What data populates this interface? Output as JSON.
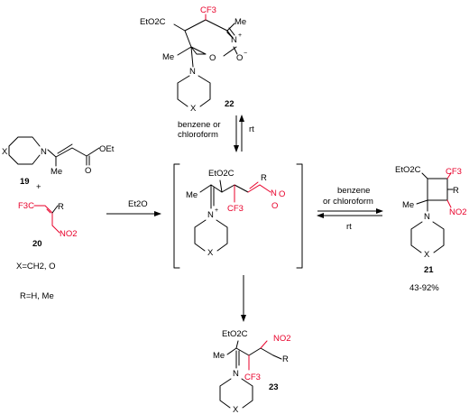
{
  "colors": {
    "highlight": "#e8002a",
    "ink": "#000000"
  },
  "compound_22": {
    "number": "22",
    "ester": "EtO2C",
    "cf3": "CF3",
    "methyl_top": "Me",
    "methyl_left": "Me",
    "n_oxide": "N",
    "plus": "+",
    "o_ring": "O",
    "o_minus": "O",
    "minus": "−",
    "ring_n": "N",
    "x": "X"
  },
  "compound_19": {
    "number": "19",
    "x": "X",
    "n": "N",
    "ester": "OEt",
    "carbonyl_o": "O",
    "methyl": "Me"
  },
  "plus_sign": "+",
  "compound_20": {
    "number": "20",
    "cf3": "F3C",
    "r": "R",
    "no2": "NO2"
  },
  "substituents": {
    "x_def": "X=CH2, O",
    "r_def": "R=H, Me"
  },
  "arrows": {
    "left_reagent": "Et2O",
    "top_solvent": "benzene or chloroform",
    "top_solvent_line1": "benzene or",
    "top_solvent_line2": "chloroform",
    "top_condition": "rt",
    "right_solvent_line1": "benzene",
    "right_solvent_line2": "or chloroform",
    "right_condition": "rt"
  },
  "intermediate": {
    "ester": "EtO2C",
    "r": "R",
    "methyl": "Me",
    "n_plus": "N",
    "plus": "+",
    "cf3": "CF3",
    "n_nitronate": "N",
    "o_top": "O",
    "o_bottom": "O",
    "x": "X"
  },
  "compound_21": {
    "number": "21",
    "yield": "43-92%",
    "ester": "EtO2C",
    "cf3": "CF3",
    "r": "R",
    "methyl": "Me",
    "no2": "NO2",
    "n": "N",
    "x": "X"
  },
  "compound_23": {
    "number": "23",
    "ester": "EtO2C",
    "no2": "NO2",
    "methyl": "Me",
    "r": "R",
    "cf3": "CF3",
    "n": "N",
    "x": "X"
  }
}
